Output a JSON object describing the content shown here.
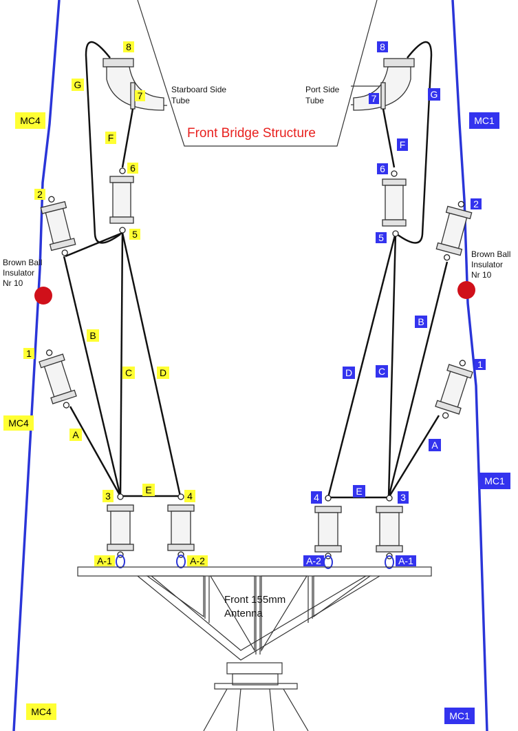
{
  "structure_title": "Front Bridge Structure",
  "starboard_tube_label": "Starboard Side\nTube",
  "port_tube_label": "Port Side\nTube",
  "antenna_label": "Front 155mm\nAntenna",
  "left_insulator_note": "Brown Ball\nInsulator\nNr 10",
  "right_insulator_note": "Brown Ball\nInsulator\nNr 10",
  "ball_color": "#d0101a",
  "mast_color": "#2a35d8",
  "left_labels": {
    "mc4_top": "MC4",
    "mc4_mid": "MC4",
    "mc4_bottom": "MC4",
    "n1": "1",
    "n2": "2",
    "n3": "3",
    "n4": "4",
    "n5": "5",
    "n6": "6",
    "n7": "7",
    "n8": "8",
    "A": "A",
    "B": "B",
    "C": "C",
    "D": "D",
    "E": "E",
    "F": "F",
    "G": "G",
    "a1": "A-1",
    "a2": "A-2"
  },
  "right_labels": {
    "mc1_top": "MC1",
    "mc1_mid": "MC1",
    "mc1_bottom": "MC1",
    "n1": "1",
    "n2": "2",
    "n3": "3",
    "n4": "4",
    "n5": "5",
    "n6": "6",
    "n7": "7",
    "n8": "8",
    "A": "A",
    "B": "B",
    "C": "C",
    "D": "D",
    "E": "E",
    "F": "F",
    "G": "G",
    "a1": "A-1",
    "a2": "A-2"
  }
}
